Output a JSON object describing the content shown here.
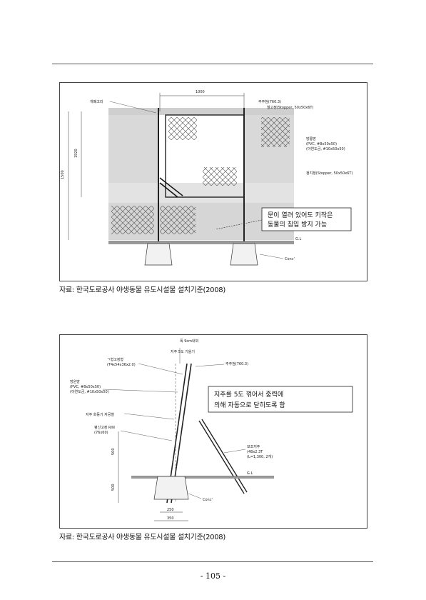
{
  "figure1": {
    "width_label": "1000",
    "height_label_1": "1500",
    "height_label_2": "1920",
    "label_gate_hinge": "개폐고리",
    "label_post": "주주첨(760.3)",
    "label_stopper_top": "철고정(Stopper, 50x50x6T)",
    "label_mesh_line1": "방룡망",
    "label_mesh_line2": "(PVC, #8x50x50)",
    "label_mesh_line3": "(아연도금, #10x50x50)",
    "label_stopper_bottom": "정지정(Stopper, 50x50x6T)",
    "callout_line1": "문이 열려 있어도 키작은",
    "callout_line2": "동물의 침입 방지 가능",
    "label_gl": "G.L",
    "label_conc": "Conc'",
    "caption": "자료: 한국도로공사 야생동물 유도시설물 설치기준(2008)"
  },
  "figure2": {
    "label_top": "폭 9cm내외",
    "label_angle_post": "지주 5도 기울기",
    "label_post": "주주첨(760.3)",
    "label_frame_line1": "ㄱ형고정형",
    "label_frame_line2": "(T4x54x36x2.0)",
    "label_mesh_line1": "방원망",
    "label_mesh_line2": "(PVC, #8x50x50)",
    "label_mesh_line3": "(아연도금, #10x50x50)",
    "label_hinge": "지주 회동기 자공철",
    "label_bolt_line1": "평신고정 R/N",
    "label_bolt_line2": "(76x60)",
    "callout_line1": "지주를 5도 꺾어서 중력에",
    "callout_line2": "의해 자동으로 닫히도록 함",
    "label_support_line1": "보조지주",
    "label_support_line2": "(48x2.3T",
    "label_support_line3": "(L=1,300, 2개)",
    "dim_500_top": "500",
    "dim_500_bottom": "500",
    "dim_250": "250",
    "dim_350": "350",
    "label_gl": "G.L",
    "label_conc": "Conc'",
    "caption": "자료: 한국도로공사 야생동물 유도시설물 설치기준(2008)"
  },
  "page_number": "- 105 -"
}
